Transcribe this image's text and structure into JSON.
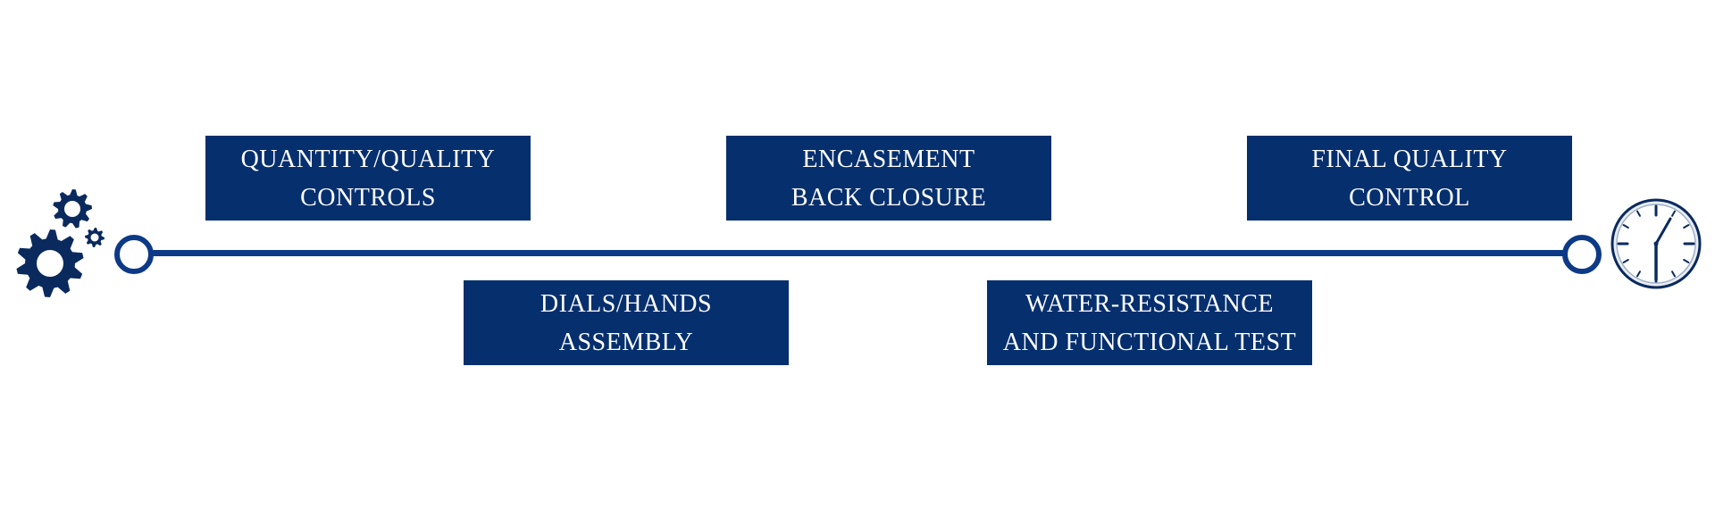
{
  "colors": {
    "box_fill": "#062f6e",
    "line": "#0d3a86",
    "icon": "#0a2a5e",
    "text": "#ffffff"
  },
  "icons": {
    "start": "gears-icon",
    "end": "clock-icon"
  },
  "steps": [
    {
      "label": "QUANTITY/QUALITY\nCONTROLS",
      "position": "above"
    },
    {
      "label": "DIALS/HANDS\nASSEMBLY",
      "position": "below"
    },
    {
      "label": "ENCASEMENT\nBACK CLOSURE",
      "position": "above"
    },
    {
      "label": "WATER-RESISTANCE\nAND FUNCTIONAL TEST",
      "position": "below"
    },
    {
      "label": "FINAL QUALITY\nCONTROL",
      "position": "above"
    }
  ]
}
